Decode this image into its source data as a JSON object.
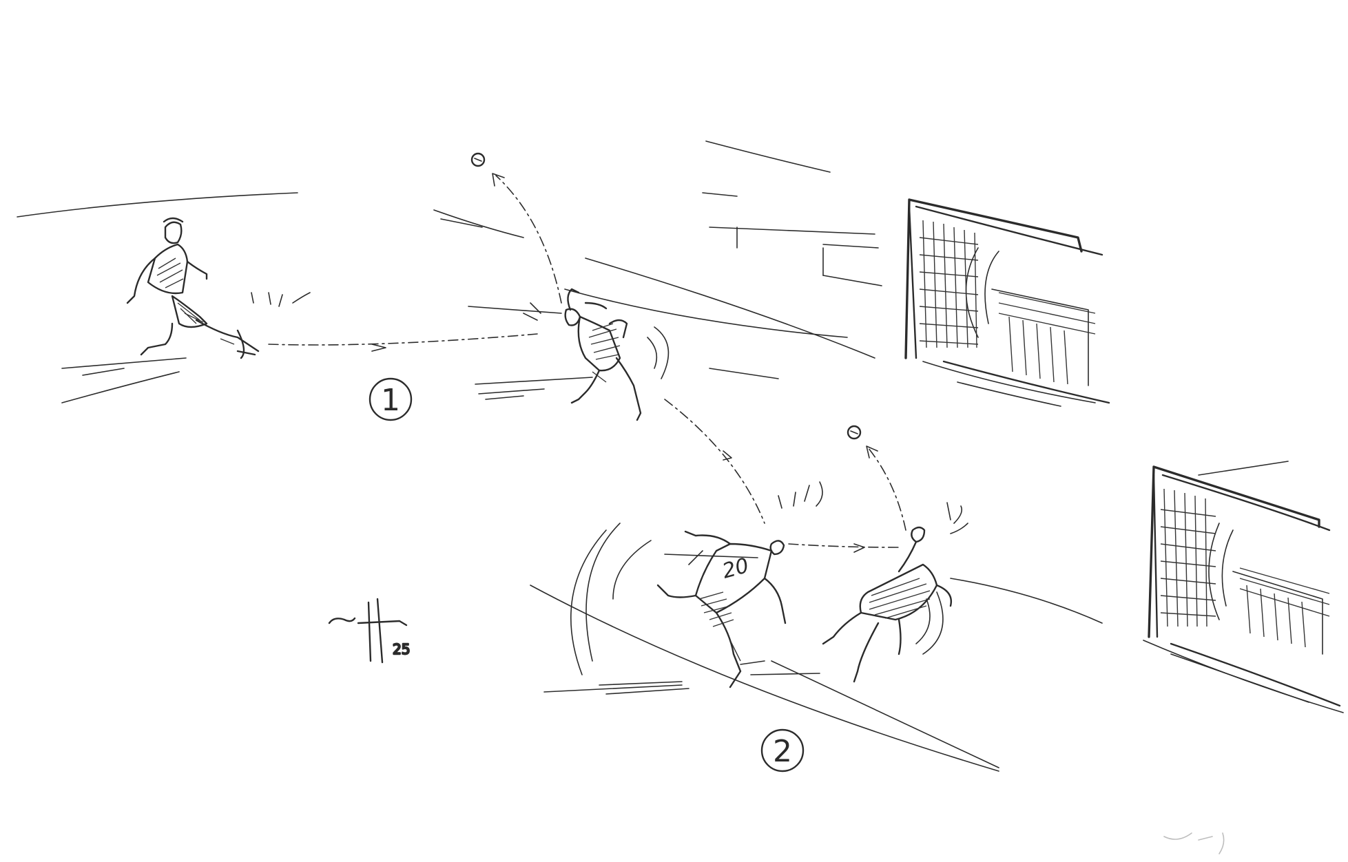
{
  "sketch": {
    "step_labels": [
      "1",
      "2"
    ],
    "jersey_number": "20",
    "signature_year": "25",
    "ink_color": "#2b2b2b",
    "paper_color": "#ffffff",
    "icons": [
      "ball-icon",
      "goal-icon",
      "player-figure-icon",
      "signature-mark-icon"
    ]
  }
}
